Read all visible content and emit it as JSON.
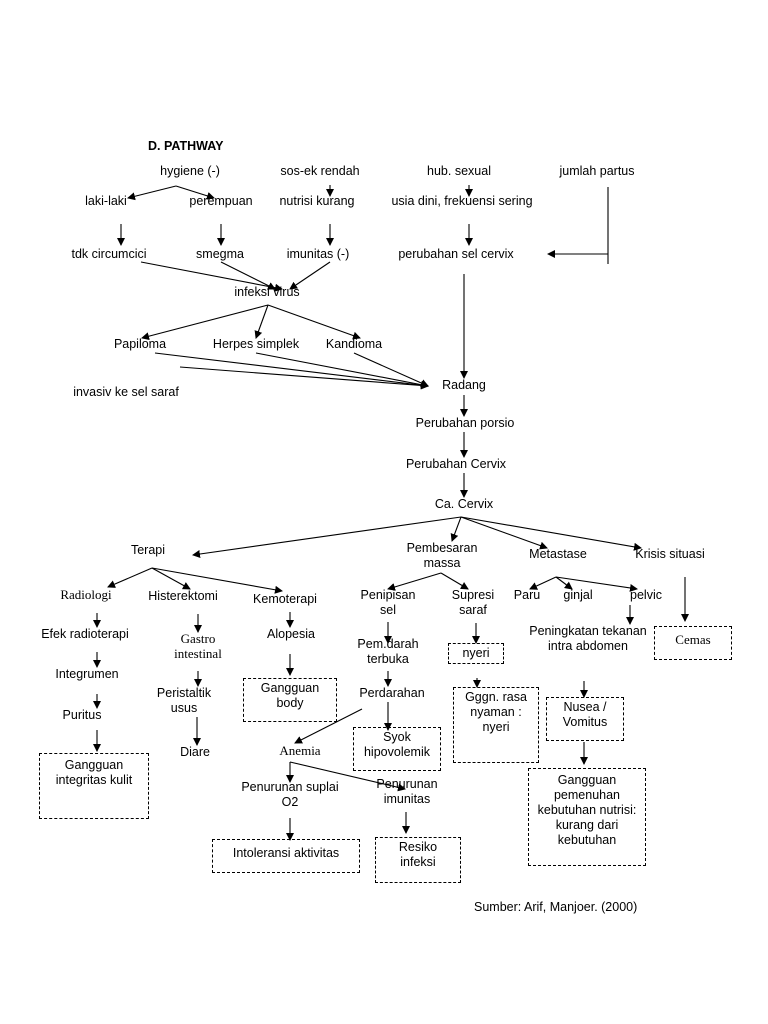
{
  "title": "D. PATHWAY",
  "source": "Sumber: Arif, Manjoer. (2000)",
  "nodes": {
    "hygiene": "hygiene (-)",
    "sosek": "sos-ek rendah",
    "hubsex": "hub. sexual",
    "partus": "jumlah partus",
    "laki": "laki-laki",
    "perempuan": "perempuan",
    "nutrisi": "nutrisi kurang",
    "usia": "usia dini, frekuensi sering",
    "tdk": "tdk circumcici",
    "smegma": "smegma",
    "imunitas": "imunitas (-)",
    "perubahansel": "perubahan sel cervix",
    "infeksi": "infeksi virus",
    "papiloma": "Papiloma",
    "herpes": "Herpes simplek",
    "kandioma": "Kandioma",
    "invasiv": "invasiv ke sel saraf",
    "radang": "Radang",
    "porsio": "Perubahan porsio",
    "cervix": "Perubahan Cervix",
    "ca": "Ca. Cervix",
    "terapi": "Terapi",
    "pembesaran": "Pembesaran massa",
    "metastase": "Metastase",
    "krisis": "Krisis situasi",
    "radiologi": "Radiologi",
    "histerektomi": "Histerektomi",
    "kemoterapi": "Kemoterapi",
    "penipisan": "Penipisan sel",
    "supresi": "Supresi saraf",
    "paru": "Paru",
    "ginjal": "ginjal",
    "pelvic": "pelvic",
    "efek": "Efek radioterapi",
    "gastro": "Gastro intestinal",
    "alopesia": "Alopesia",
    "pembuluh": "Pem.darah terbuka",
    "nyeri": "nyeri",
    "peningkatan": "Peningkatan tekanan intra abdomen",
    "cemas": "Cemas",
    "integrumen": "Integrumen",
    "peristaltik": "Peristaltik usus",
    "gangguanbody": "Gangguan body",
    "perdarahan": "Perdarahan",
    "gggn": "Gggn. rasa nyaman : nyeri",
    "nusea": "Nusea / Vomitus",
    "puritus": "Puritus",
    "syok": "Syok hipovolemik",
    "anemia": "Anemia",
    "diare": "Diare",
    "gangguanintegritas": "Gangguan integritas kulit",
    "penurunansuplai": "Penurunan suplai O2",
    "penurunanimunitas": "Penurunan imunitas",
    "gangguanpemenuhan": "Gangguan pemenuhan kebutuhan nutrisi: kurang dari kebutuhan",
    "intoleransi": "Intoleransi aktivitas",
    "resiko": "Resiko infeksi"
  }
}
